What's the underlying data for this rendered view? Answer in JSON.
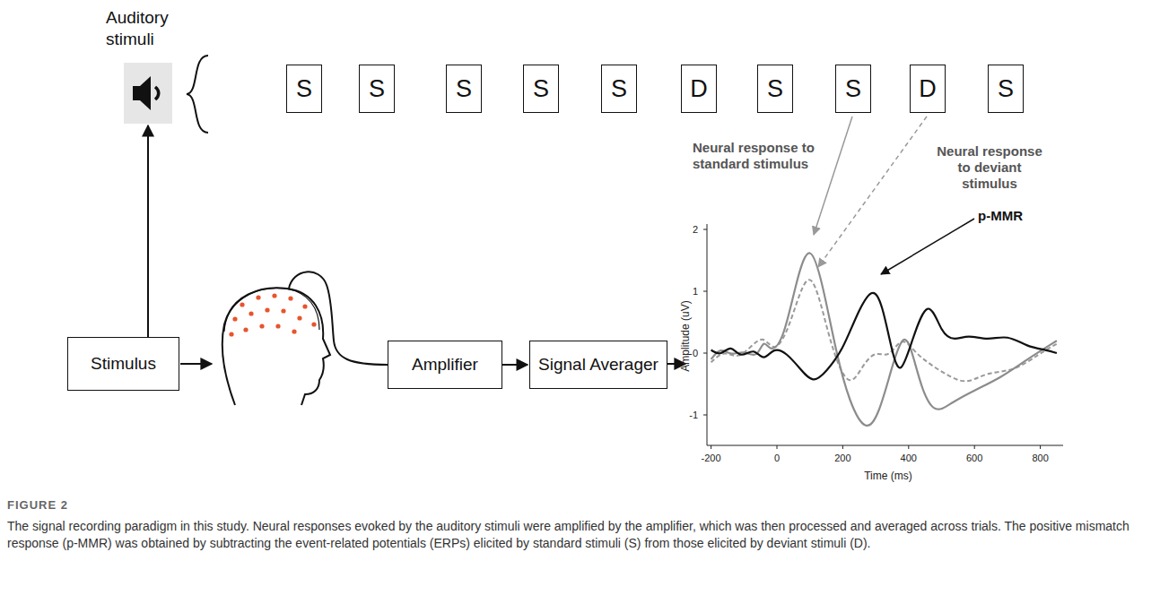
{
  "diagram": {
    "caption": "The signal recording paradigm in this study. Neural responses evoked by the auditory stimuli were amplified by the amplifier, which was then processed and averaged across trials. The positive mismatch response (p-MMR) was obtained by subtracting the event-related potentials (ERPs) elicited by standard stimuli (S) from those elicited by deviant stimuli (D).",
    "nodes": [
      {
        "text": [
          "Auditory stimuli"
        ]
      },
      {
        "text": [
          "S"
        ]
      },
      {
        "text": [
          "S"
        ]
      },
      {
        "text": [
          "S"
        ]
      },
      {
        "text": [
          "S"
        ]
      },
      {
        "text": [
          "S"
        ]
      },
      {
        "text": [
          "D"
        ]
      },
      {
        "text": [
          "S"
        ]
      },
      {
        "text": [
          "S"
        ]
      },
      {
        "text": [
          "D"
        ]
      },
      {
        "text": [
          "S"
        ]
      },
      {
        "text": [
          "Stimulus"
        ]
      },
      {
        "text": [
          "Amplifier"
        ]
      },
      {
        "text": [
          "Signal Averager"
        ]
      }
    ],
    "edges": [
      {
        "from": 11,
        "to": 0,
        "arrow": "to"
      },
      {
        "from": 12,
        "to": 13,
        "arrow": "to"
      }
    ],
    "labels": [
      "Neural response to standard stimulus",
      "Neural response to deviant stimulus",
      "p-MMR",
      "Amplitude (uV)",
      "Time (ms)",
      "2",
      "1",
      "0",
      "-1",
      "-200",
      "0",
      "200",
      "400",
      "600",
      "800",
      "FIGURE 2"
    ]
  }
}
